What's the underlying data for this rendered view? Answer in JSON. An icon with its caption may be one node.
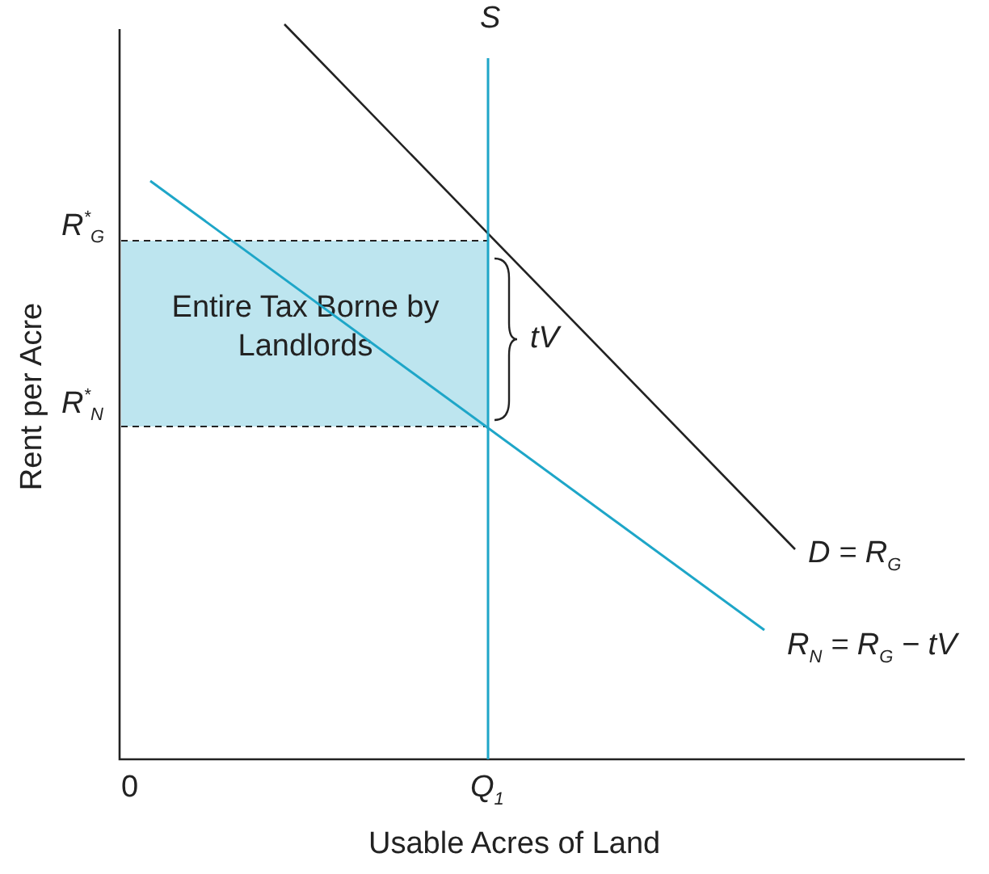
{
  "diagram": {
    "nodes": [
      {
        "text": [
          "Entire Tax Borne by Landlords"
        ]
      }
    ],
    "labels": [
      "S",
      "R$^{*}$$_{G}$",
      "R$^{*}$$_{N}$",
      "tV",
      "D = R$_{G}$",
      "R$_{N}$ = R$_{G}$ − tV",
      "0",
      "Q$_{1}$",
      "Usable Acres of Land",
      "Rent per Acre"
    ]
  }
}
